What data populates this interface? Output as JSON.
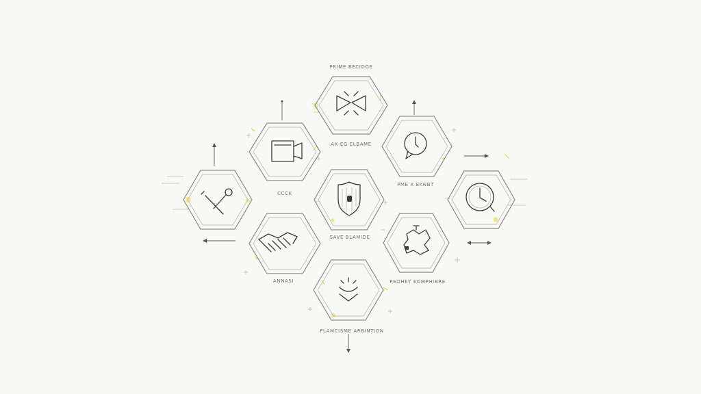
{
  "diagram": {
    "labels": {
      "top": "PRIME BECIDOE",
      "camera": "AX EG ELBAME",
      "clock_hex": "PME X EKNBT",
      "cook": "CCCK",
      "shield": "SAVE BLAMIDE",
      "analysis": "ANNASI",
      "puzzle": "PEOHEY EDMPHIBRE",
      "bottom": "FLAMCISME ARBINTION"
    },
    "nodes": [
      {
        "id": "top",
        "icon": "arrows-icon"
      },
      {
        "id": "camera",
        "icon": "camera-icon"
      },
      {
        "id": "clock",
        "icon": "clock-icon"
      },
      {
        "id": "tools",
        "icon": "tools-icon"
      },
      {
        "id": "shield",
        "icon": "shield-icon"
      },
      {
        "id": "stopwatch",
        "icon": "stopwatch-icon"
      },
      {
        "id": "handshake",
        "icon": "handshake-icon"
      },
      {
        "id": "puzzle",
        "icon": "puzzle-icon"
      },
      {
        "id": "bottom",
        "icon": "crossing-arrows-icon"
      }
    ],
    "colors": {
      "background": "#f8f8f5",
      "outline": "#8a8a8a",
      "accent": "#e8d24a",
      "text": "#6f6f6f"
    }
  }
}
